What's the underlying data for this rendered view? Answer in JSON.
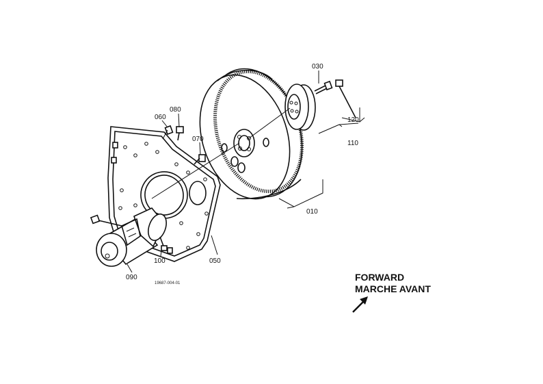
{
  "parts": {
    "flywheel": "010",
    "flywheel_bolt": "030",
    "plate": "050",
    "pin_060": "060",
    "bolt_070": "070",
    "bolt_080": "080",
    "starter": "090",
    "bolt_100": "100",
    "coupling_110": "110",
    "bolt_120": "120"
  },
  "drawing_code": "19687-004-01",
  "direction": {
    "line1": "FORWARD",
    "line2": "MARCHE AVANT"
  }
}
